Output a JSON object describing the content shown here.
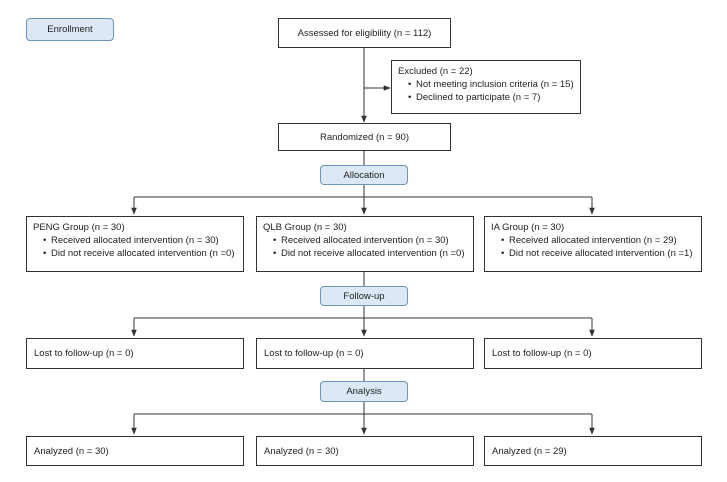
{
  "stage_labels": {
    "enrollment": "Enrollment",
    "allocation": "Allocation",
    "follow_up": "Follow-up",
    "analysis": "Analysis"
  },
  "assessed": "Assessed for eligibility (n = 112)",
  "excluded": {
    "title": "Excluded (n = 22)",
    "items": [
      "Not meeting inclusion criteria (n = 15)",
      "Declined to participate (n = 7)"
    ]
  },
  "randomized": "Randomized (n = 90)",
  "groups": [
    {
      "title": "PENG Group (n = 30)",
      "items": [
        "Received allocated intervention (n = 30)",
        "Did not receive allocated intervention (n =0)"
      ],
      "lost": "Lost to follow-up (n = 0)",
      "analyzed": "Analyzed (n = 30)"
    },
    {
      "title": "QLB Group (n = 30)",
      "items": [
        "Received allocated intervention (n = 30)",
        "Did not receive allocated intervention (n =0)"
      ],
      "lost": "Lost to follow-up (n = 0)",
      "analyzed": "Analyzed (n = 30)"
    },
    {
      "title": "IA Group (n = 30)",
      "items": [
        "Received allocated intervention (n = 29)",
        "Did not receive allocated intervention (n =1)"
      ],
      "lost": "Lost to follow-up (n = 0)",
      "analyzed": "Analyzed (n = 29)"
    }
  ],
  "colors": {
    "stage_fill": "#dce8f5",
    "stage_border": "#6e93bd",
    "line": "#333333"
  }
}
